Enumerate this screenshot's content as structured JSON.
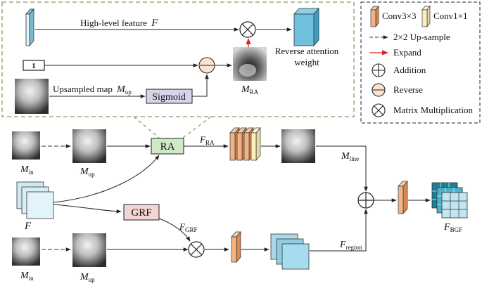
{
  "colors": {
    "ra_box": "#cfe8c8",
    "grf_box": "#f2d4d4",
    "sigmoid_box": "#d9d3ea",
    "conv3": "#f2b486",
    "conv1": "#fbefc2",
    "feature_panel": "#cfe9f3",
    "dashed_frame": "#8a9a60",
    "expand_arrow": "#e02020"
  },
  "top": {
    "high_level_prefix": "High-level feature",
    "high_level_var": "F",
    "one_label": "1",
    "upsampled_prefix": "Upsampled map",
    "upsampled_var": "M",
    "upsampled_sub": "up",
    "sigmoid": "Sigmoid",
    "mra_var": "M",
    "mra_sub": "RA",
    "rev_att_line1": "Reverse attention",
    "rev_att_line2": "weight"
  },
  "legend": {
    "conv3": "Conv3×3",
    "conv1": "Conv1×1",
    "upsample": "2×2 Up-sample",
    "expand": "Expand",
    "addition": "Addition",
    "reverse": "Reverse",
    "matmul": "Matrix Multiplication"
  },
  "main": {
    "ra": "RA",
    "grf": "GRF",
    "min_var": "M",
    "min_sub": "in",
    "mup_var": "M",
    "mup_sub": "up",
    "f_var": "F",
    "fra_var": "F",
    "fra_sub": "RA",
    "mline_var": "M",
    "mline_sub": "line",
    "fgrf_var": "F",
    "fgrf_sub": "GRF",
    "fregion_var": "F",
    "fregion_sub": "region",
    "fbgf_var": "F",
    "fbgf_sub": "BGF"
  }
}
